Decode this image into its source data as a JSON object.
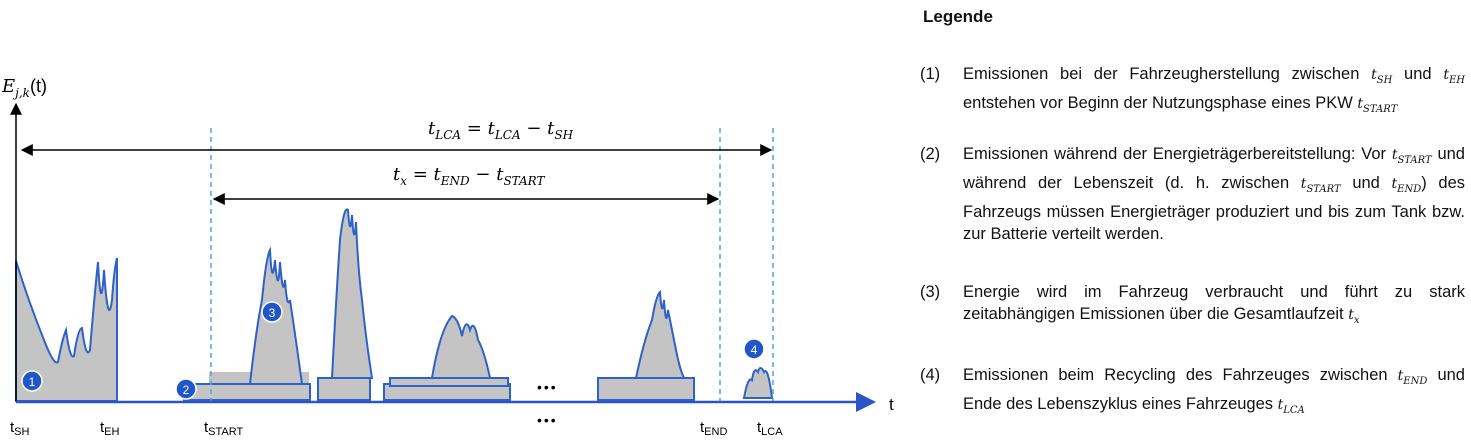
{
  "diagram": {
    "y_axis_label": "E",
    "y_axis_sub": "j,k",
    "y_axis_arg": "(t)",
    "x_axis_label": "t",
    "formula_lca": "t_LCA = t_LCA − t_SH",
    "formula_x": "t_x = t_END − t_START",
    "ticks": [
      {
        "main": "t",
        "sub": "SH"
      },
      {
        "main": "t",
        "sub": "EH"
      },
      {
        "main": "t",
        "sub": "START"
      },
      {
        "main": "t",
        "sub": "END"
      },
      {
        "main": "t",
        "sub": "LCA"
      }
    ],
    "markers": [
      "1",
      "2",
      "3",
      "4"
    ],
    "ellipsis": "•••",
    "colors": {
      "line": "#2e62c8",
      "fill": "#c4c4c4",
      "dash": "#4fa3e6",
      "marker": "#1f56c8",
      "axis": "#2a55c8"
    }
  },
  "legend": {
    "title": "Legende",
    "items": [
      {
        "num": "(1)",
        "text": "Emissionen bei der Fahrzeugherstellung zwischen t_SH und t_EH entstehen vor Beginn der Nutzungsphase eines PKW t_START"
      },
      {
        "num": "(2)",
        "text": "Emissionen während der Energieträgerbereitstellung: Vor t_START und während der Lebenszeit (d. h. zwischen t_START und t_END) des Fahrzeugs müssen Energieträger produziert und bis zum Tank bzw. zur Batterie verteilt werden."
      },
      {
        "num": "(3)",
        "text": "Energie wird im Fahrzeug verbraucht und führt zu stark zeitabhängigen Emissionen über die Gesamtlaufzeit t_x"
      },
      {
        "num": "(4)",
        "text": "Emissionen beim Recycling des Fahrzeuges zwischen t_END und Ende des Lebenszyklus eines Fahrzeuges t_LCA"
      }
    ]
  }
}
